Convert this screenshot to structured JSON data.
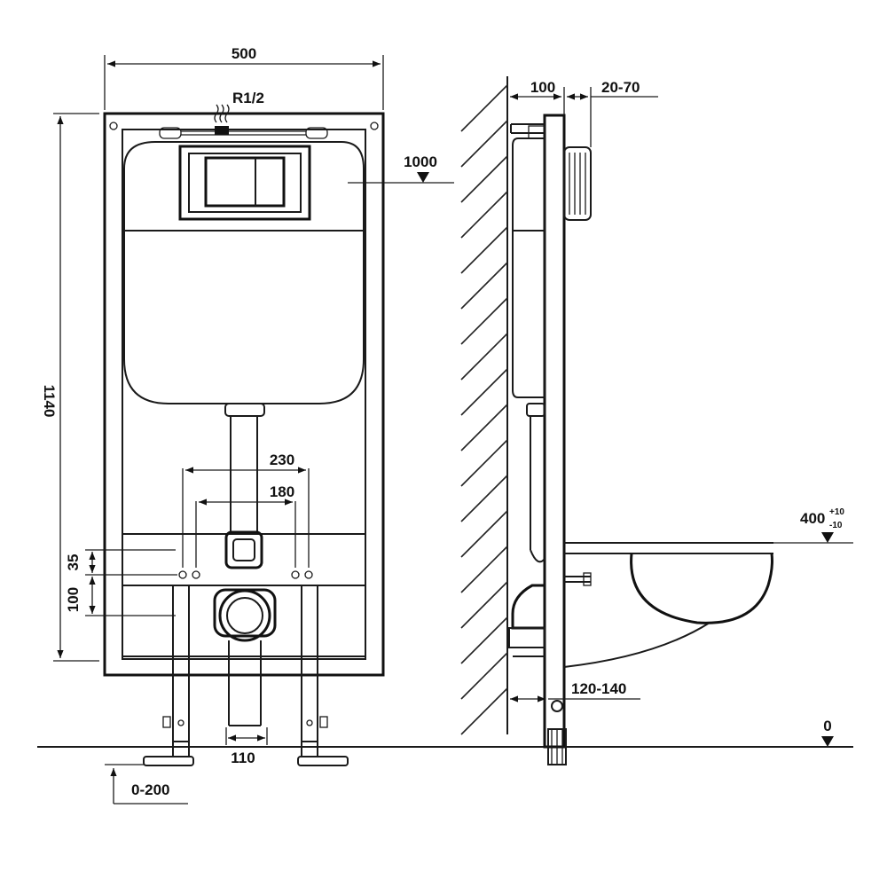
{
  "dimensions": {
    "frame_width": "500",
    "frame_height": "1140",
    "water_inlet": "R1/2",
    "button_height": "1000",
    "depth": "100",
    "wall_gap": "20-70",
    "bolt_spacing_outer": "230",
    "bolt_spacing_inner": "180",
    "bolt_offset_small": "35",
    "bolt_offset_large": "100",
    "drain_width": "110",
    "leg_adjust": "0-200",
    "seat_height": "400",
    "seat_tol_plus": "+10",
    "seat_tol_minus": "-10",
    "pan_depth": "120-140",
    "floor_level": "0"
  },
  "colors": {
    "line": "#1a1a1a",
    "background": "#ffffff"
  }
}
